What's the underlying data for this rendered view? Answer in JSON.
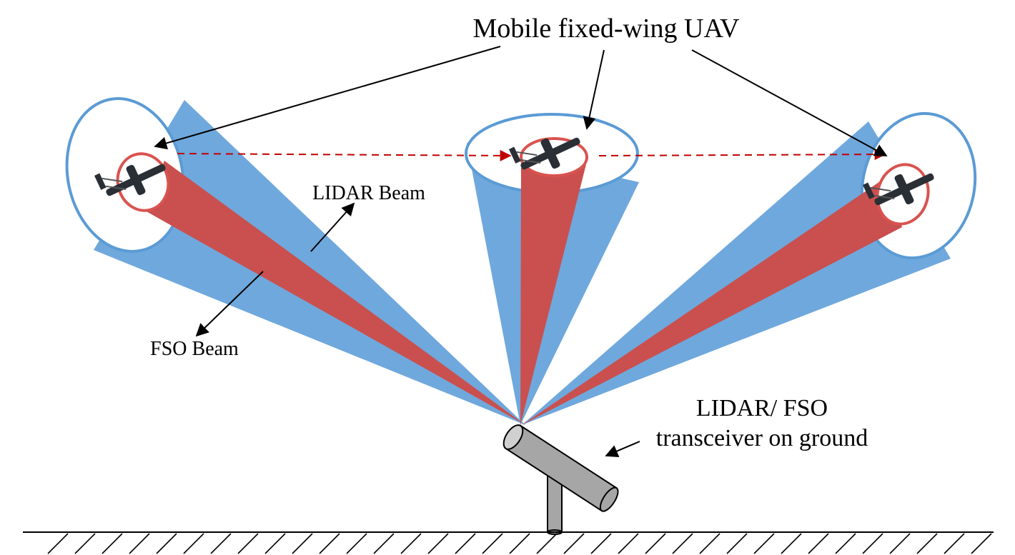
{
  "labels": {
    "uav": "Mobile fixed-wing UAV",
    "lidar_beam": "LIDAR Beam",
    "fso_beam": "FSO Beam",
    "transceiver_line1": "LIDAR/ FSO",
    "transceiver_line2": "transceiver on ground"
  },
  "colors": {
    "lidar_beam": "#6fa8dc",
    "lidar_edge": "#5b9bd5",
    "fso_beam": "#c9504f",
    "fso_edge": "#d9534f",
    "trajectory": "#c00000",
    "transceiver": "#a6a6a6"
  },
  "icons": {
    "uav": "fixed-wing-uav-icon",
    "transceiver": "cylinder-transceiver-icon",
    "ground": "hatched-ground-icon"
  }
}
